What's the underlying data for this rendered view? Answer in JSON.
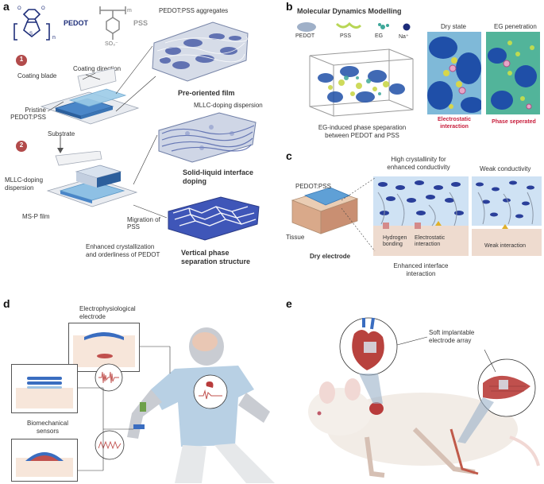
{
  "panels": {
    "a": "a",
    "b": "b",
    "c": "c",
    "d": "d",
    "e": "e"
  },
  "a": {
    "pedot": "PEDOT",
    "pss": "PSS",
    "sub_n": "n",
    "sub_m": "m",
    "so3": "SO₃⁻",
    "aggregates": "PEDOT:PSS aggregates",
    "step1": "1",
    "step2": "2",
    "coating_direction": "Coating direction",
    "coating_blade": "Coating blade",
    "pristine": "Pristine\nPEDOT:PSS",
    "substrate": "Substrate",
    "pre_oriented": "Pre-oriented film",
    "mllc_dispersion_top": "MLLC-doping dispersion",
    "solid_liquid": "Solid-liquid interface\ndoping",
    "mllc_dispersion_left": "MLLC-doping\ndispersion",
    "msp_film": "MS-P film",
    "migration": "Migration of\nPSS",
    "enhanced_cryst": "Enhanced crystallization\nand orderliness of PEDOT",
    "vertical": "Vertical phase\nseparation structure"
  },
  "b": {
    "title": "Molecular Dynamics Modelling",
    "legend": [
      "PEDOT",
      "PSS",
      "EG",
      "Na⁺"
    ],
    "dry_state": "Dry state",
    "eg_penetration": "EG penetration",
    "caption": "EG-induced phase speparation\nbetween PEDOT and PSS",
    "electrostatic": "Electrostatic\ninteraction",
    "phase_sep": "Phase seperated"
  },
  "c": {
    "high_cryst": "High crystallinity for\nenhanced conductivity",
    "weak_cond": "Weak conductivity",
    "pedot_pss": "PEDOT:PSS",
    "tissue": "Tissue",
    "dry_electrode": "Dry electrode",
    "hydrogen": "Hydrogen\nbonding",
    "electrostatic": "Electrostatic\ninteraction",
    "weak_interaction": "Weak interaction",
    "enhanced_interface": "Enhanced interface\ninteraction"
  },
  "d": {
    "ephys": "Electrophysiological\nelectrode",
    "biomech": "Biomechanical\nsensors"
  },
  "e": {
    "soft_array": "Soft implantable\nelectrode array"
  }
}
